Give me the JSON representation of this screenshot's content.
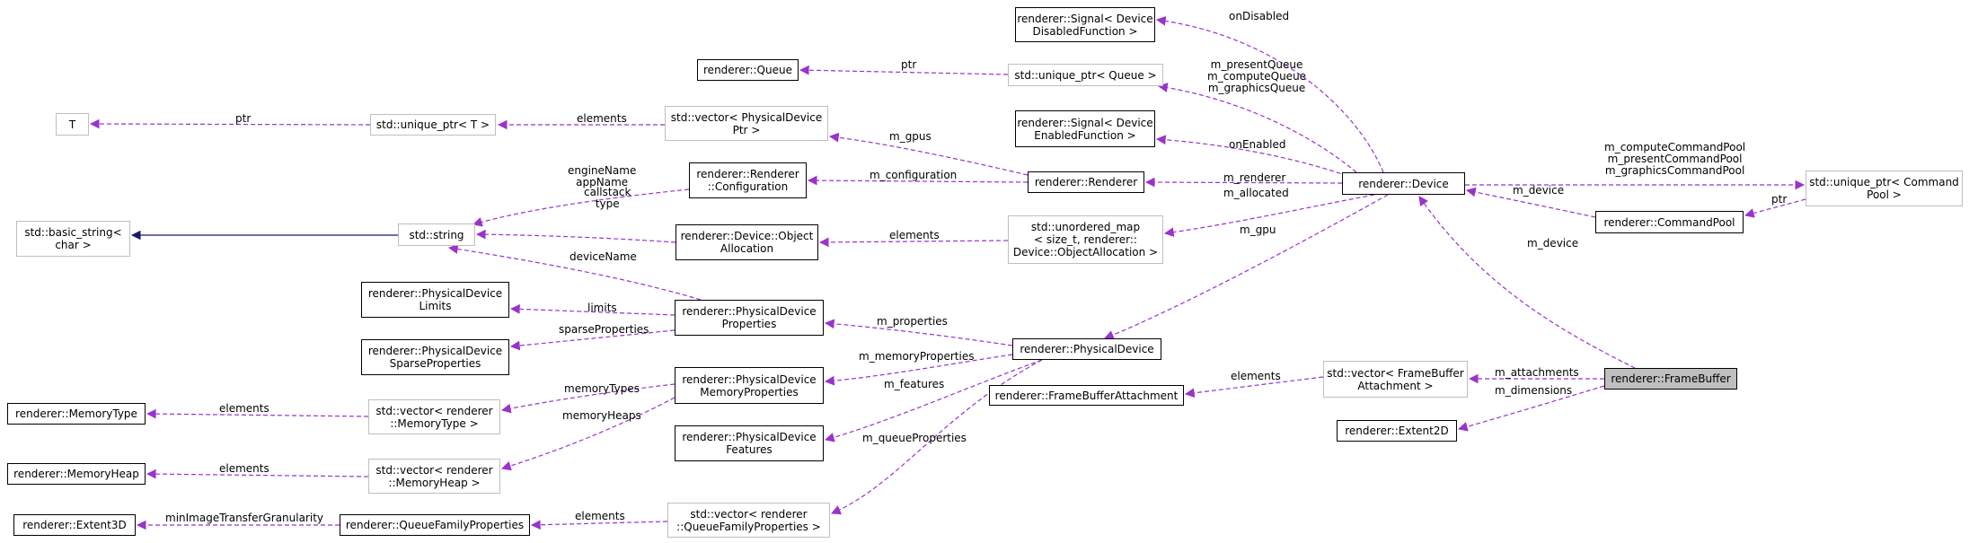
{
  "diagram": {
    "colors": {
      "usage_edge": "#9a32cd",
      "inherit_edge": "#191970",
      "focus_fill": "#bfbfbf",
      "grey_border": "#bfbfbf"
    },
    "nodes": [
      {
        "id": "signal-disabled",
        "lines": [
          "renderer::Signal< Device",
          "DisabledFunction >"
        ],
        "style": "solid"
      },
      {
        "id": "queue",
        "lines": [
          "renderer::Queue"
        ],
        "style": "solid"
      },
      {
        "id": "unique-ptr-queue",
        "lines": [
          "std::unique_ptr< Queue >"
        ],
        "style": "grey"
      },
      {
        "id": "t",
        "lines": [
          "T"
        ],
        "style": "grey"
      },
      {
        "id": "unique-ptr-t",
        "lines": [
          "std::unique_ptr< T >"
        ],
        "style": "grey"
      },
      {
        "id": "vector-physdev-ptr",
        "lines": [
          "std::vector< PhysicalDevice",
          "Ptr >"
        ],
        "style": "grey"
      },
      {
        "id": "signal-enabled",
        "lines": [
          "renderer::Signal< Device",
          "EnabledFunction >"
        ],
        "style": "solid"
      },
      {
        "id": "renderer-configuration",
        "lines": [
          "renderer::Renderer",
          "::Configuration"
        ],
        "style": "solid"
      },
      {
        "id": "renderer",
        "lines": [
          "renderer::Renderer"
        ],
        "style": "solid"
      },
      {
        "id": "device",
        "lines": [
          "renderer::Device"
        ],
        "style": "solid"
      },
      {
        "id": "unique-ptr-commandpool",
        "lines": [
          "std::unique_ptr< Command",
          "Pool >"
        ],
        "style": "grey"
      },
      {
        "id": "basic-string",
        "lines": [
          "std::basic_string<",
          "char >"
        ],
        "style": "grey"
      },
      {
        "id": "std-string",
        "lines": [
          "std::string"
        ],
        "style": "grey"
      },
      {
        "id": "object-allocation",
        "lines": [
          "renderer::Device::Object",
          "Allocation"
        ],
        "style": "solid"
      },
      {
        "id": "unordered-map",
        "lines": [
          "std::unordered_map",
          "< size_t, renderer::",
          "Device::ObjectAllocation >"
        ],
        "style": "grey"
      },
      {
        "id": "commandpool",
        "lines": [
          "renderer::CommandPool"
        ],
        "style": "solid"
      },
      {
        "id": "physdev-limits",
        "lines": [
          "renderer::PhysicalDevice",
          "Limits"
        ],
        "style": "solid"
      },
      {
        "id": "physdev-properties",
        "lines": [
          "renderer::PhysicalDevice",
          "Properties"
        ],
        "style": "solid"
      },
      {
        "id": "physical-device",
        "lines": [
          "renderer::PhysicalDevice"
        ],
        "style": "solid"
      },
      {
        "id": "physdev-sparse",
        "lines": [
          "renderer::PhysicalDevice",
          "SparseProperties"
        ],
        "style": "solid"
      },
      {
        "id": "memory-type",
        "lines": [
          "renderer::MemoryType"
        ],
        "style": "solid"
      },
      {
        "id": "vector-memorytype",
        "lines": [
          "std::vector< renderer",
          "::MemoryType >"
        ],
        "style": "grey"
      },
      {
        "id": "physdev-memprops",
        "lines": [
          "renderer::PhysicalDevice",
          "MemoryProperties"
        ],
        "style": "solid"
      },
      {
        "id": "vector-fb-attachment",
        "lines": [
          "std::vector< FrameBuffer",
          "Attachment >"
        ],
        "style": "grey"
      },
      {
        "id": "framebuffer",
        "lines": [
          "renderer::FrameBuffer"
        ],
        "style": "focus"
      },
      {
        "id": "fb-attachment",
        "lines": [
          "renderer::FrameBufferAttachment"
        ],
        "style": "solid"
      },
      {
        "id": "extent2d",
        "lines": [
          "renderer::Extent2D"
        ],
        "style": "solid"
      },
      {
        "id": "physdev-features",
        "lines": [
          "renderer::PhysicalDevice",
          "Features"
        ],
        "style": "solid"
      },
      {
        "id": "memory-heap",
        "lines": [
          "renderer::MemoryHeap"
        ],
        "style": "solid"
      },
      {
        "id": "vector-memoryheap",
        "lines": [
          "std::vector< renderer",
          "::MemoryHeap >"
        ],
        "style": "grey"
      },
      {
        "id": "extent3d",
        "lines": [
          "renderer::Extent3D"
        ],
        "style": "solid"
      },
      {
        "id": "queue-family-props",
        "lines": [
          "renderer::QueueFamilyProperties"
        ],
        "style": "solid"
      },
      {
        "id": "vector-queue-family",
        "lines": [
          "std::vector< renderer",
          "::QueueFamilyProperties >"
        ],
        "style": "grey"
      }
    ],
    "edges": [
      {
        "id": "e-ondisabled",
        "lines": [
          "onDisabled"
        ]
      },
      {
        "id": "e-ptr-queue",
        "lines": [
          "ptr"
        ]
      },
      {
        "id": "e-queues",
        "lines": [
          "m_presentQueue",
          "m_computeQueue",
          "m_graphicsQueue"
        ]
      },
      {
        "id": "e-ptr-t",
        "lines": [
          "ptr"
        ]
      },
      {
        "id": "e-elements-ptr",
        "lines": [
          "elements"
        ]
      },
      {
        "id": "e-gpus",
        "lines": [
          "m_gpus"
        ]
      },
      {
        "id": "e-onenabled",
        "lines": [
          "onEnabled"
        ]
      },
      {
        "id": "e-names",
        "lines": [
          "engineName",
          "appName"
        ]
      },
      {
        "id": "e-configuration",
        "lines": [
          "m_configuration"
        ]
      },
      {
        "id": "e-renderer",
        "lines": [
          "m_renderer"
        ]
      },
      {
        "id": "e-commandpools",
        "lines": [
          "m_computeCommandPool",
          "m_presentCommandPool",
          "m_graphicsCommandPool"
        ]
      },
      {
        "id": "e-device-cp",
        "lines": [
          "m_device"
        ]
      },
      {
        "id": "e-ptr-cp",
        "lines": [
          "ptr"
        ]
      },
      {
        "id": "e-allocated",
        "lines": [
          "m_allocated"
        ]
      },
      {
        "id": "e-callstack",
        "lines": [
          "callstack",
          "type"
        ]
      },
      {
        "id": "e-elements-alloc",
        "lines": [
          "elements"
        ]
      },
      {
        "id": "e-gpu",
        "lines": [
          "m_gpu"
        ]
      },
      {
        "id": "e-device-fb",
        "lines": [
          "m_device"
        ]
      },
      {
        "id": "e-devicename",
        "lines": [
          "deviceName"
        ]
      },
      {
        "id": "e-limits",
        "lines": [
          "limits"
        ]
      },
      {
        "id": "e-sparse",
        "lines": [
          "sparseProperties"
        ]
      },
      {
        "id": "e-properties",
        "lines": [
          "m_properties"
        ]
      },
      {
        "id": "e-memprops",
        "lines": [
          "m_memoryProperties"
        ]
      },
      {
        "id": "e-memorytypes",
        "lines": [
          "memoryTypes"
        ]
      },
      {
        "id": "e-elements-mt",
        "lines": [
          "elements"
        ]
      },
      {
        "id": "e-features",
        "lines": [
          "m_features"
        ]
      },
      {
        "id": "e-memoryheaps",
        "lines": [
          "memoryHeaps"
        ]
      },
      {
        "id": "e-attachments",
        "lines": [
          "m_attachments"
        ]
      },
      {
        "id": "e-elements-fba",
        "lines": [
          "elements"
        ]
      },
      {
        "id": "e-dimensions",
        "lines": [
          "m_dimensions"
        ]
      },
      {
        "id": "e-queueprops",
        "lines": [
          "m_queueProperties"
        ]
      },
      {
        "id": "e-elements-mh",
        "lines": [
          "elements"
        ]
      },
      {
        "id": "e-mingran",
        "lines": [
          "minImageTransferGranularity"
        ]
      },
      {
        "id": "e-elements-qf",
        "lines": [
          "elements"
        ]
      }
    ]
  }
}
